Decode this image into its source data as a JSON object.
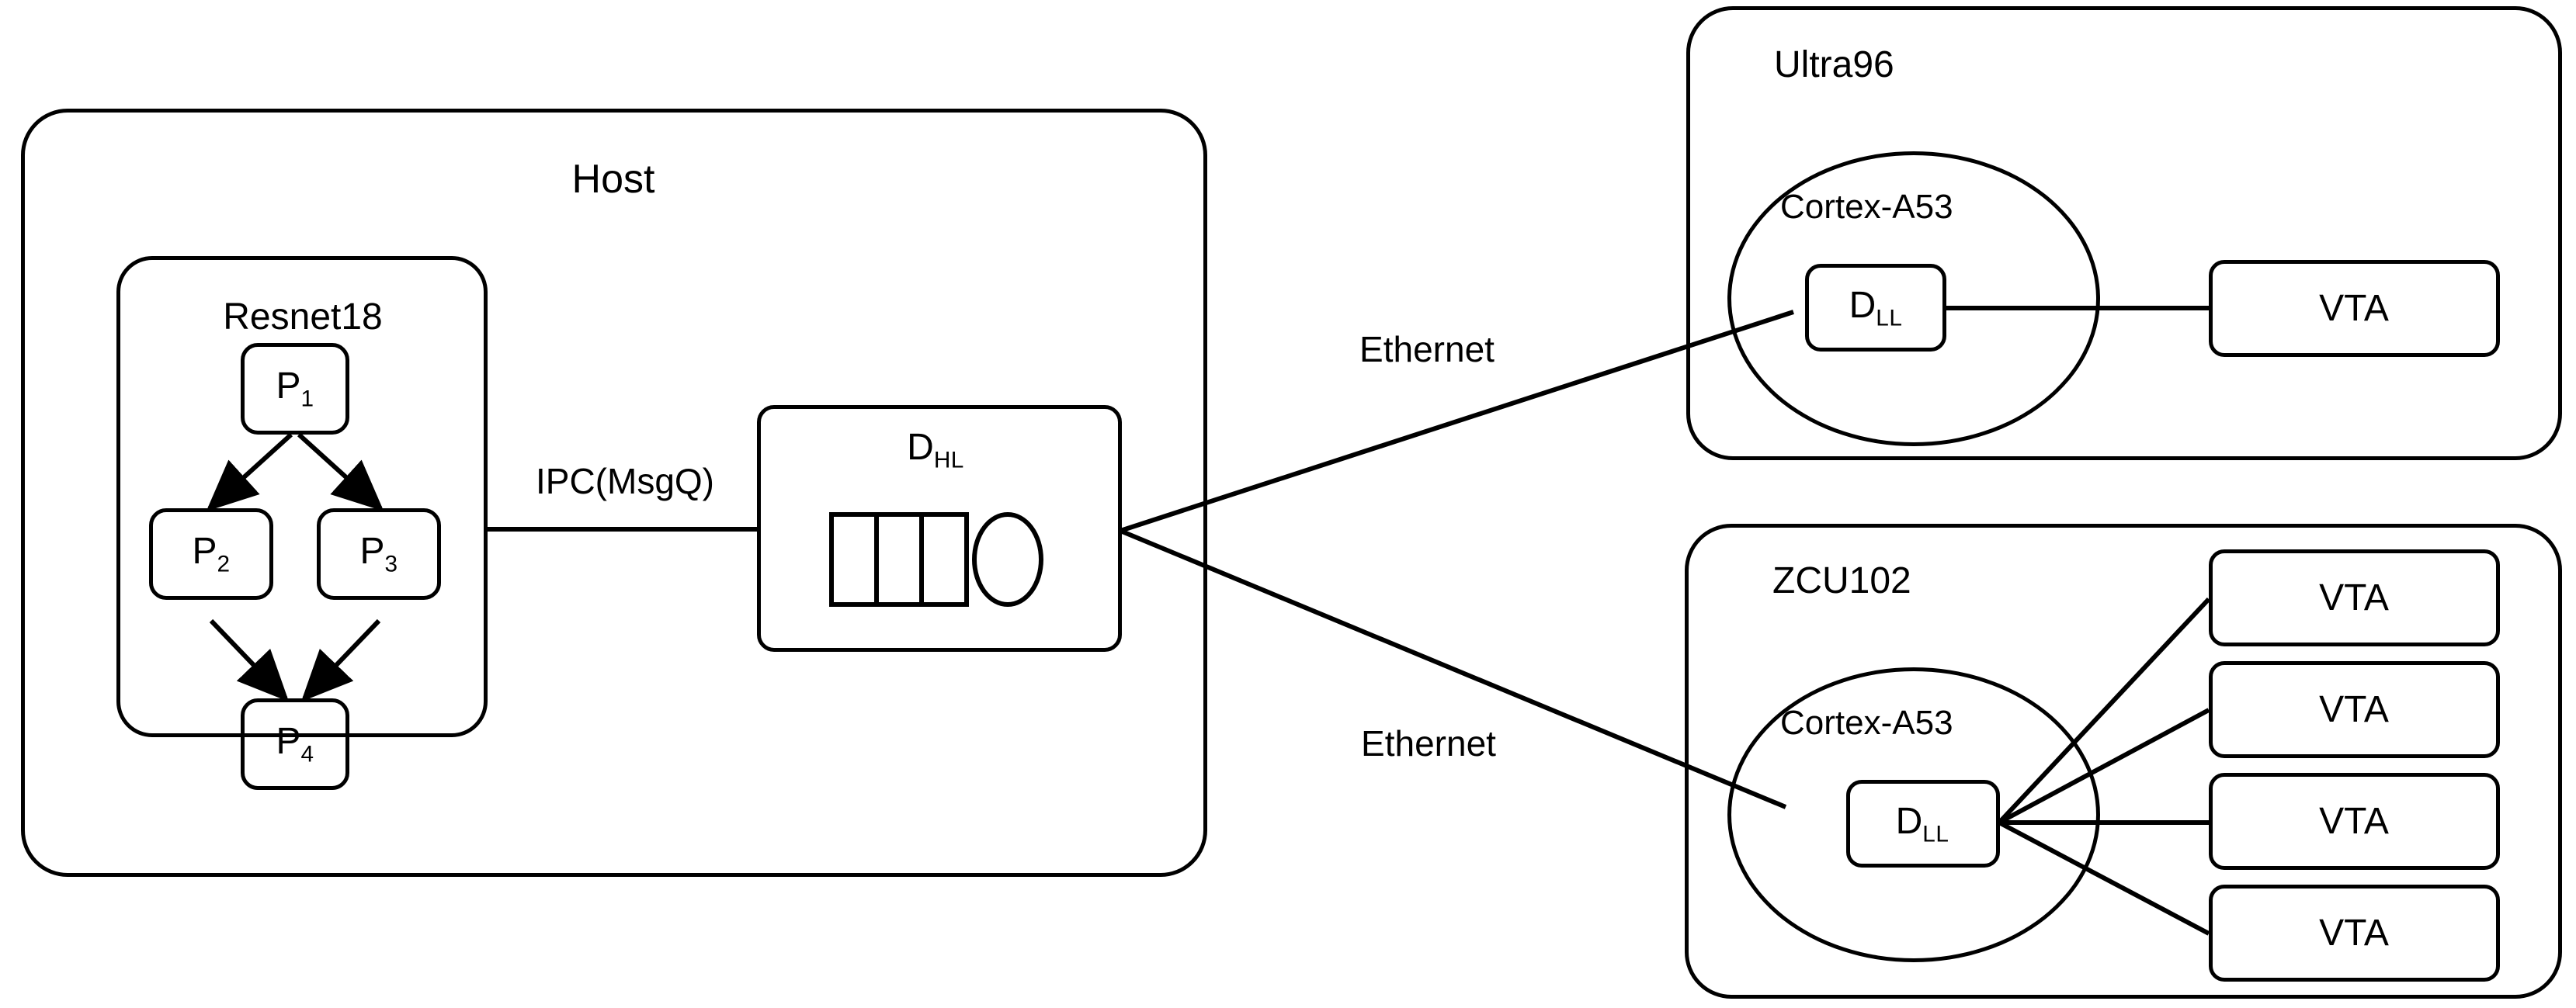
{
  "diagram": {
    "title": "Distributed Resnet18 inference across host and FPGA boards",
    "background_color": "#ffffff",
    "stroke_color": "#000000"
  },
  "host": {
    "title": "Host",
    "model_group": {
      "title": "Resnet18",
      "processes": [
        {
          "id": "p1",
          "base": "P",
          "sub": "1"
        },
        {
          "id": "p2",
          "base": "P",
          "sub": "2"
        },
        {
          "id": "p3",
          "base": "P",
          "sub": "3"
        },
        {
          "id": "p4",
          "base": "P",
          "sub": "4"
        }
      ],
      "edges": [
        {
          "from": "p1",
          "to": "p2",
          "arrow": true
        },
        {
          "from": "p1",
          "to": "p3",
          "arrow": true
        },
        {
          "from": "p2",
          "to": "p4",
          "arrow": true
        },
        {
          "from": "p3",
          "to": "p4",
          "arrow": true
        }
      ]
    },
    "ipc_link": {
      "label": "IPC(MsgQ)"
    },
    "daemon": {
      "base": "D",
      "sub": "HL",
      "glyph": "message-queue-icon",
      "queue_cells": 3
    }
  },
  "links": [
    {
      "label": "Ethernet",
      "from": "host-daemon",
      "to": "ultra96-cortex-a53"
    },
    {
      "label": "Ethernet",
      "from": "host-daemon",
      "to": "zcu102-cortex-a53"
    }
  ],
  "boards": [
    {
      "id": "ultra96",
      "title": "Ultra96",
      "cpu": {
        "title": "Cortex-A53"
      },
      "daemon": {
        "base": "D",
        "sub": "LL"
      },
      "accelerators": [
        {
          "label": "VTA"
        }
      ]
    },
    {
      "id": "zcu102",
      "title": "ZCU102",
      "cpu": {
        "title": "Cortex-A53"
      },
      "daemon": {
        "base": "D",
        "sub": "LL"
      },
      "accelerators": [
        {
          "label": "VTA"
        },
        {
          "label": "VTA"
        },
        {
          "label": "VTA"
        },
        {
          "label": "VTA"
        }
      ]
    }
  ]
}
